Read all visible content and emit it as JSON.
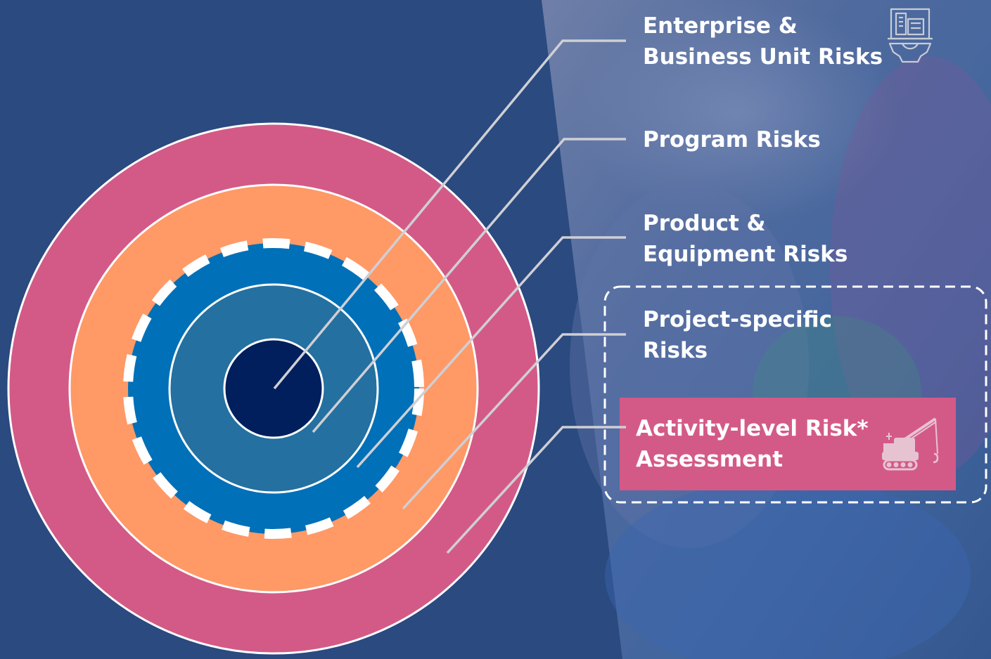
{
  "colors": {
    "background": "#2a4a80",
    "ring_outer": "#d35a87",
    "ring_second": "#ff9966",
    "ring_third": "#0070b8",
    "ring_fourth": "#2470a0",
    "core": "#001f5c",
    "highlight_box": "#d35a87",
    "connector": "#cfcfd4"
  },
  "levels": [
    {
      "lines": [
        "Enterprise &",
        "Business Unit Risks"
      ],
      "icon": "factory-gear-icon"
    },
    {
      "lines": [
        "Program Risks"
      ]
    },
    {
      "lines": [
        "Product &",
        "Equipment Risks"
      ]
    },
    {
      "lines": [
        "Project-specific",
        "Risks"
      ]
    },
    {
      "lines": [
        "Activity-level Risk*",
        "Assessment"
      ],
      "icon": "crane-truck-icon",
      "highlighted": true
    }
  ]
}
